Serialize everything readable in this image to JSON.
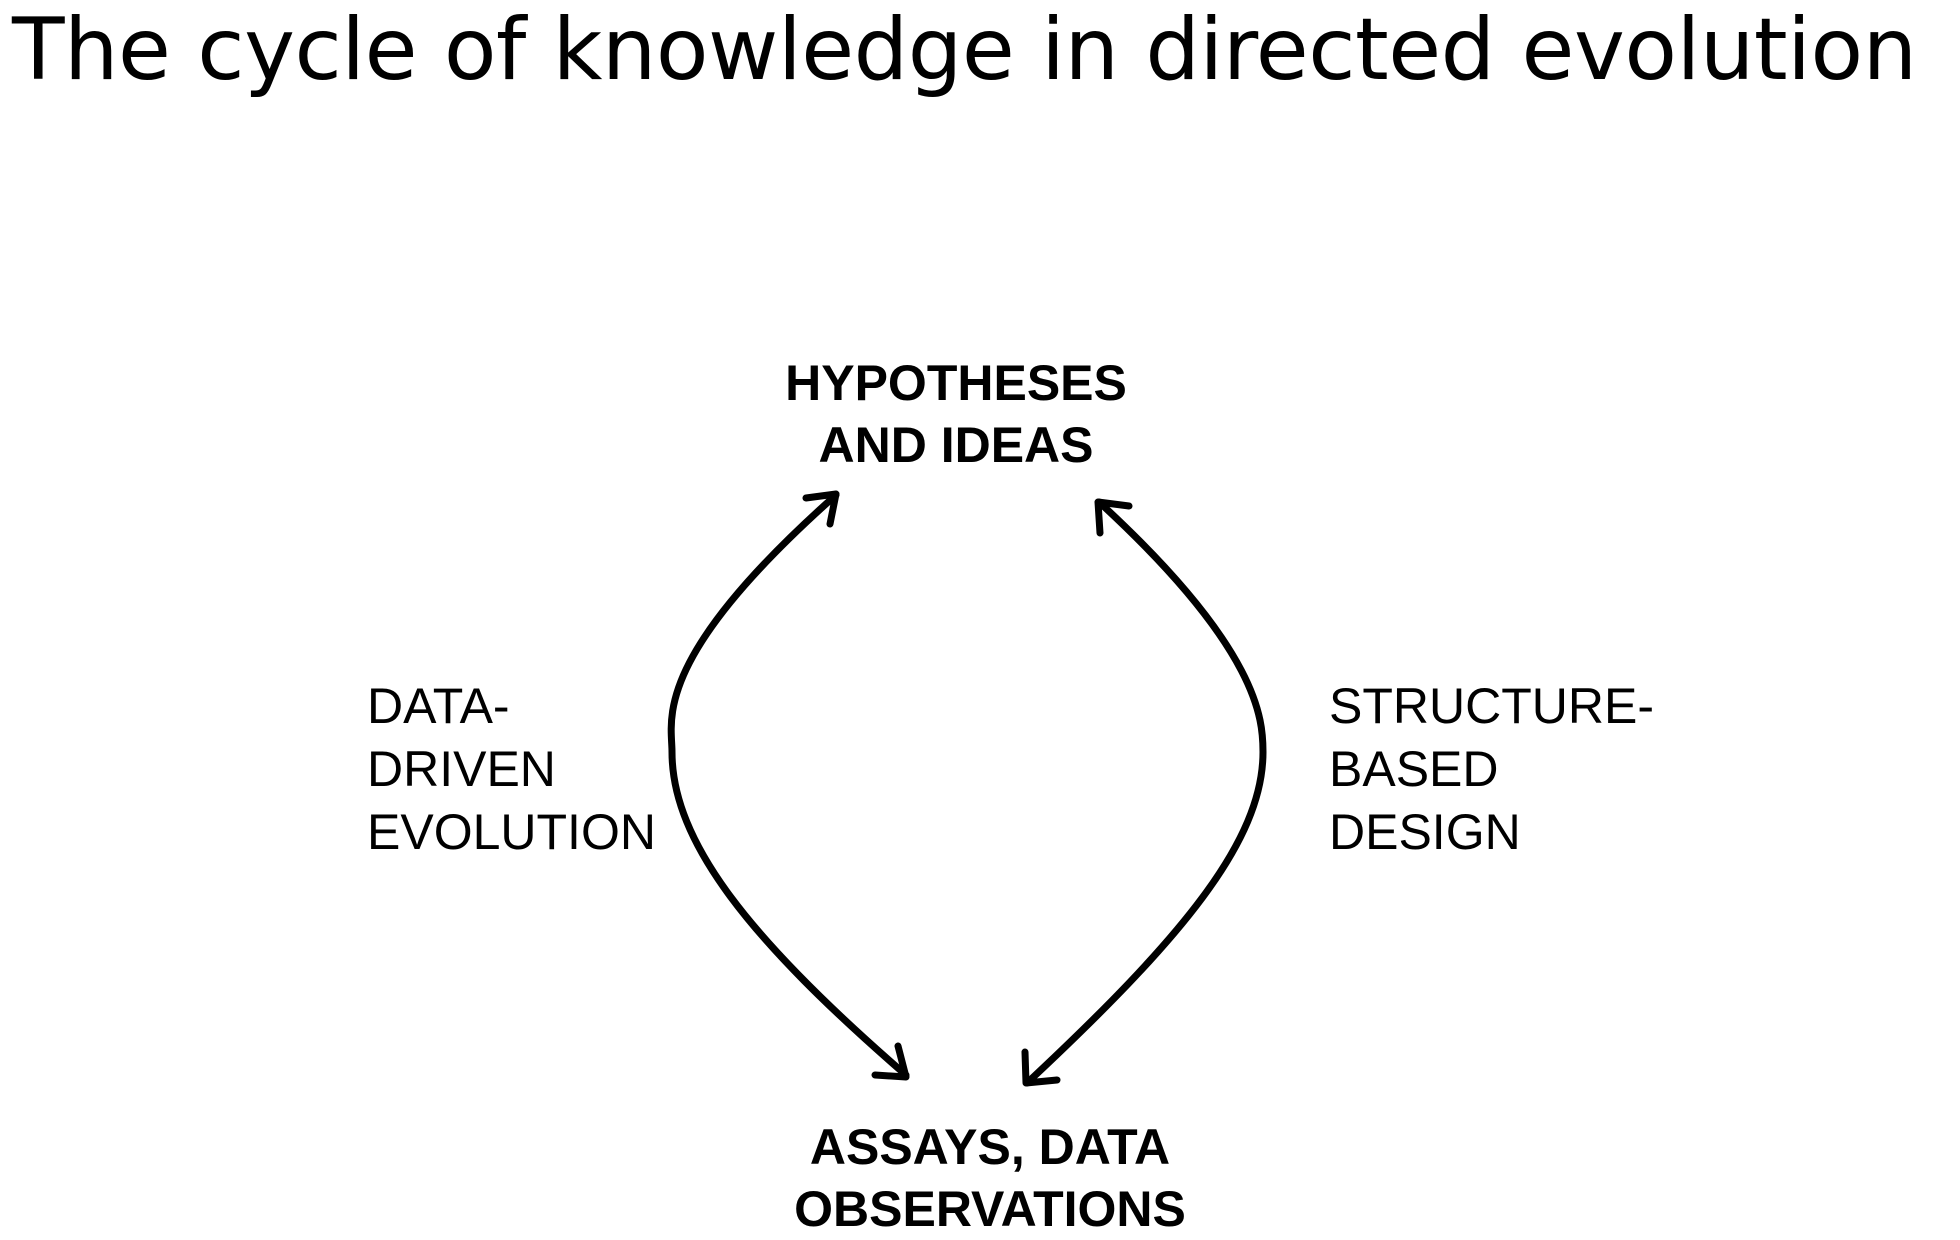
{
  "title": "The cycle of knowledge in directed evolution",
  "nodes": {
    "top": [
      "HYPOTHESES",
      "AND IDEAS"
    ],
    "bottom": [
      "ASSAYS, DATA",
      "OBSERVATIONS"
    ]
  },
  "edges": {
    "left": [
      "DATA-",
      "DRIVEN",
      "EVOLUTION"
    ],
    "right": [
      "STRUCTURE-",
      "BASED",
      "DESIGN"
    ]
  },
  "colors": {
    "background": "#ffffff",
    "foreground": "#000000"
  }
}
